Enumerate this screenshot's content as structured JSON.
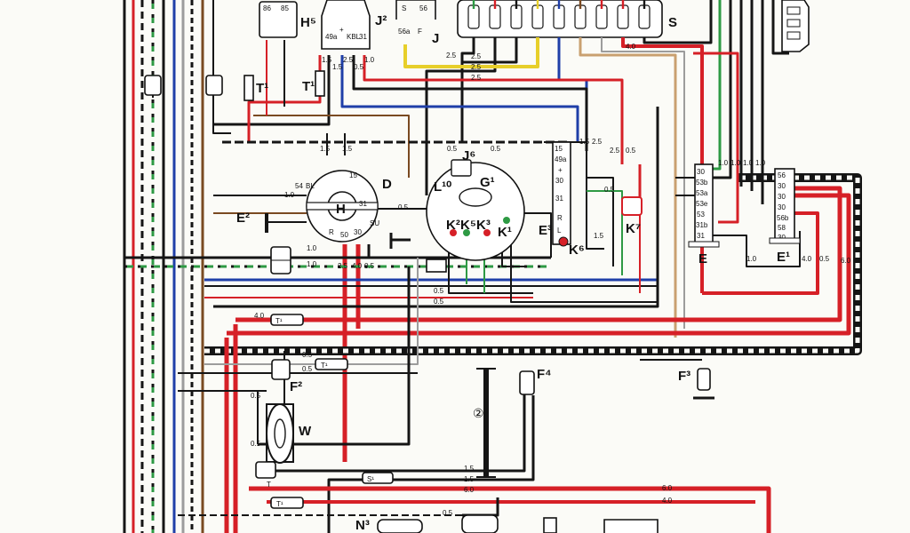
{
  "colors": {
    "black": "#151515",
    "red": "#d62027",
    "green": "#2e9a44",
    "blue": "#1f3fa8",
    "brown": "#7a4a22",
    "yellow": "#e7cf2a",
    "grey": "#9c9c9c",
    "tan": "#c9a070",
    "background": "#fbfbf7"
  },
  "components": {
    "H5": "H⁵",
    "J2": "J²",
    "J": "J",
    "S": "S",
    "T1": "T¹",
    "T": "T",
    "D": "D",
    "H": "H",
    "E2": "E²",
    "J6": "J⁶",
    "L10": "L¹⁰",
    "G1": "G¹",
    "K2": "K²",
    "K5": "K⁵",
    "K3": "K³",
    "K1": "K¹",
    "E3": "E³",
    "K6": "K⁶",
    "K7": "K⁷",
    "E": "E",
    "E1": "E¹",
    "F2": "F²",
    "W": "W",
    "F4": "F⁴",
    "F3": "F³",
    "S1": "S¹",
    "N3": "N³",
    "circle_2": "②"
  },
  "relay_pins": {
    "left": "86",
    "right": "85"
  },
  "switch_terminals": [
    "49a",
    "+",
    "KBL",
    "31"
  ],
  "j_terminals": [
    "56a",
    "F",
    "S",
    "56"
  ],
  "ignition_terminals": [
    "54",
    "BL",
    "15",
    "30",
    "31",
    "50",
    "R",
    "SU"
  ],
  "right_block_terminals": [
    "30",
    "53b",
    "53a",
    "53e",
    "53",
    "31b",
    "31"
  ],
  "e1_terminals": [
    "56",
    "30",
    "30",
    "30",
    "56b",
    "58",
    "30"
  ],
  "k_block_terminals": [
    "15",
    "49a",
    "+",
    "30",
    "31",
    "R",
    "L"
  ],
  "wire_sizes": {
    "w_0_5": "0.5",
    "w_1_0": "1.0",
    "w_1_5": "1.5",
    "w_2_5": "2.5",
    "w_4_0": "4.0",
    "w_6_0": "6.0"
  }
}
